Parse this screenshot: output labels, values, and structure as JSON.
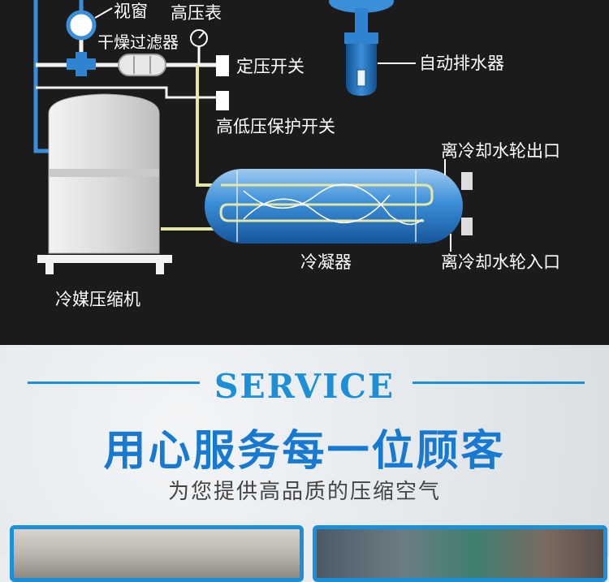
{
  "diagram": {
    "labels": {
      "sight_glass": "视窗",
      "high_pressure_gauge": "高压表",
      "dry_filter": "干燥过滤器",
      "pressure_switch": "定压开关",
      "auto_drain": "自动排水器",
      "hl_protect_switch": "高低压保护开关",
      "water_outlet": "离冷却水轮出口",
      "water_inlet": "离冷却水轮入口",
      "condenser": "冷凝器",
      "compressor": "冷媒压缩机"
    }
  },
  "service": {
    "title": "SERVICE",
    "headline": "用心服务每一位顾客",
    "subline": "为您提供高品质的压缩空气"
  },
  "colors": {
    "pipe_blue": "#3b8fd8",
    "pipe_yellow": "#e6e7a6",
    "accent_blue": "#1c8fd6",
    "background_dark": "#1b1b1b"
  }
}
